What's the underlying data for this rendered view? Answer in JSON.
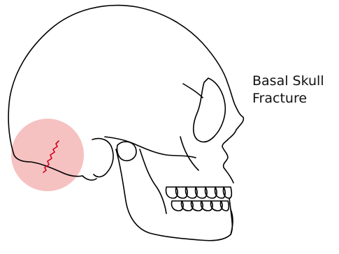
{
  "annotation": {
    "line1": "Basal Skull",
    "line2": "Fracture"
  },
  "colors": {
    "outline": "#000000",
    "highlight": "#f4b6b6",
    "fracture": "#d0021b",
    "background": "#ffffff"
  },
  "figure": {
    "subject": "skull-lateral-view",
    "highlighted_region": "occipital-base"
  }
}
